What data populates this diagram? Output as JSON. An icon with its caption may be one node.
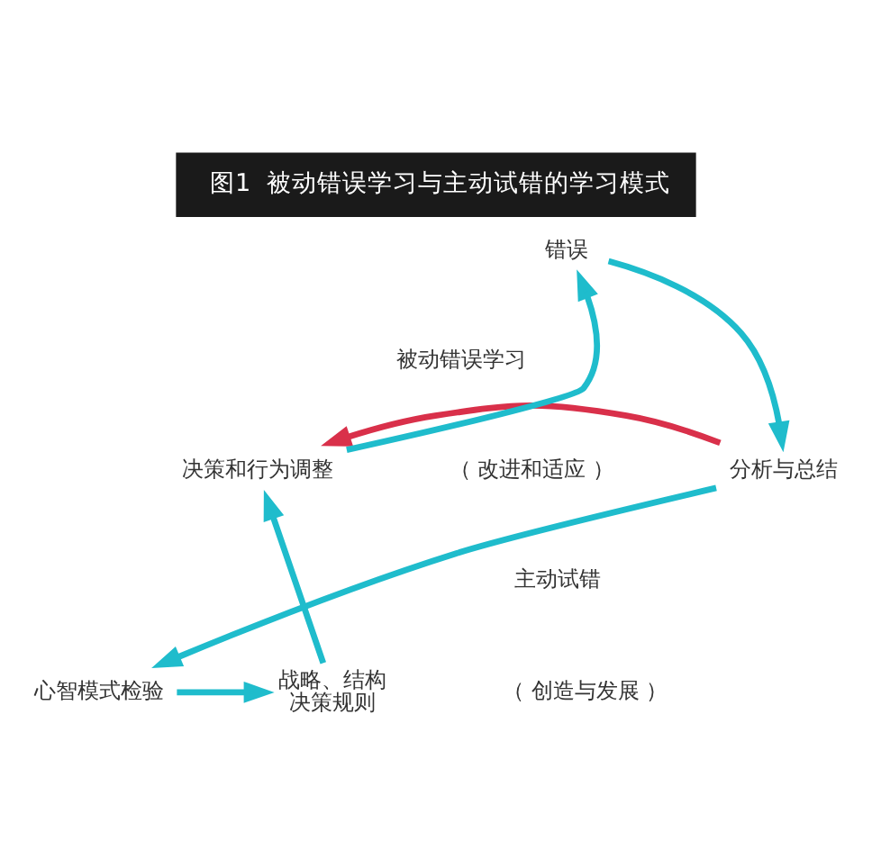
{
  "diagram": {
    "title": "图1  被动错误学习与主动试错的学习模式",
    "nodes": [
      {
        "text": [
          "错误"
        ]
      },
      {
        "text": [
          "分析与总结"
        ]
      },
      {
        "text": [
          "决策和行为调整"
        ]
      },
      {
        "text": [
          "心智模式检验"
        ]
      },
      {
        "text": [
          "战略、结构",
          "决策规则"
        ]
      }
    ],
    "edges": [
      {
        "from": 0,
        "to": 1,
        "arrow": "to"
      },
      {
        "from": 1,
        "to": 2,
        "arrow": "to",
        "color": "#d9304a"
      },
      {
        "from": 2,
        "to": 0,
        "arrow": "to"
      },
      {
        "from": 1,
        "to": 3,
        "arrow": "to"
      },
      {
        "from": 3,
        "to": 4,
        "arrow": "to"
      },
      {
        "from": 4,
        "to": 2,
        "arrow": "to"
      }
    ],
    "labels": [
      "被动错误学习",
      "（ 改进和适应 ）",
      "主动试错",
      "（ 创造与发展 ）"
    ]
  }
}
